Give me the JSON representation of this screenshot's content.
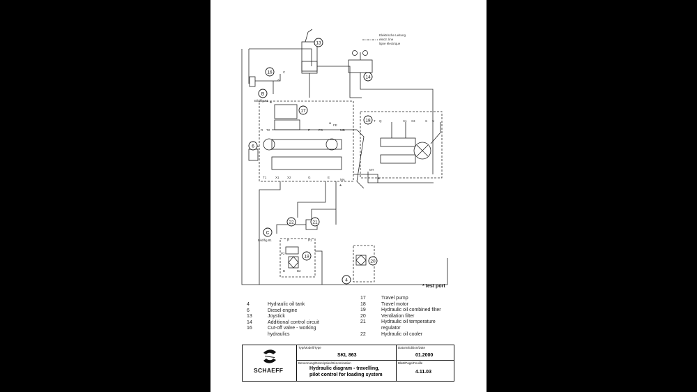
{
  "diagram": {
    "callouts": [
      "13",
      "16",
      "14",
      "B",
      "17",
      "18",
      "6",
      "C",
      "22",
      "21",
      "19",
      "20",
      "4"
    ],
    "refs": {
      "b_ref": "Bild/fig.81",
      "c_ref": "Bild/fig.81"
    },
    "line_legend": [
      "Elektrische Leitung",
      "electr. line",
      "ligne électrique"
    ],
    "ports": [
      "T1",
      "X1",
      "X2",
      "G",
      "E",
      "MA",
      "R",
      "T2",
      "P",
      "PS",
      "FE",
      "MB",
      "T",
      "Q",
      "X1",
      "X3",
      "S",
      "U",
      "MT",
      "P",
      "P1",
      "P2",
      "B",
      "B2",
      "A",
      "C"
    ],
    "test_port_note": "* test port"
  },
  "legend": {
    "left": [
      {
        "num": "4",
        "text": "Hydraulic oil tank"
      },
      {
        "num": "6",
        "text": "Diesel engine"
      },
      {
        "num": "13",
        "text": "Joystick"
      },
      {
        "num": "14",
        "text": "Additional control circuit"
      },
      {
        "num": "16",
        "text": "Cut-off valve - working"
      },
      {
        "num": "",
        "text": "hydraulics"
      }
    ],
    "right": [
      {
        "num": "17",
        "text": "Travel pump"
      },
      {
        "num": "18",
        "text": "Travel motor"
      },
      {
        "num": "19",
        "text": "Hydraulic oil combined filter"
      },
      {
        "num": "20",
        "text": "Ventilation filter"
      },
      {
        "num": "21",
        "text": "Hydraulic oil temperature"
      },
      {
        "num": "",
        "text": "regulator"
      },
      {
        "num": "22",
        "text": "Hydraulic oil cooler"
      }
    ]
  },
  "titleblock": {
    "brand": "SCHAEFF",
    "type_label": "Typ/Modell/Type",
    "type_value": "SKL 863",
    "date_label": "Datum/Edition/Date",
    "date_value": "01.2000",
    "desc_label": "Benennung/Description/Dénomination",
    "desc_line1": "Hydraulic diagram - travelling,",
    "desc_line2": "pilot control for loading system",
    "page_label": "Blatt/Page/Feuille",
    "page_value": "4.11.03"
  }
}
